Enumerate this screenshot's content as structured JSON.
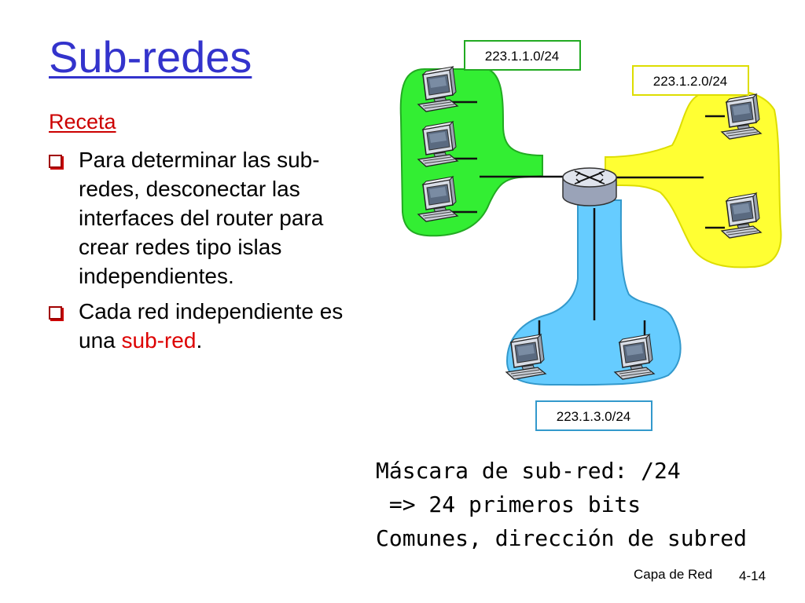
{
  "slide": {
    "title": "Sub-redes",
    "subtitle": "Receta",
    "bullets": [
      {
        "parts": [
          {
            "text": "Para determinar las sub-redes, desconectar las interfaces del router para crear redes tipo islas independientes.",
            "highlight": false
          }
        ]
      },
      {
        "parts": [
          {
            "text": "Cada red independiente es una ",
            "highlight": false
          },
          {
            "text": "sub-red",
            "highlight": true
          },
          {
            "text": ".",
            "highlight": false
          }
        ]
      }
    ]
  },
  "diagram": {
    "subnets": [
      {
        "label": "223.1.1.0/24",
        "color": "#33ee33",
        "border": "#22aa22"
      },
      {
        "label": "223.1.2.0/24",
        "color": "#ffff33",
        "border": "#dddd00"
      },
      {
        "label": "223.1.3.0/24",
        "color": "#66ccff",
        "border": "#3399cc"
      }
    ],
    "router_icon": "router-icon",
    "host_icon": "computer-icon"
  },
  "mask_note": {
    "lines": [
      "Máscara de sub-red: /24",
      " => 24 primeros bits",
      "Comunes, dirección de subred"
    ]
  },
  "footer": {
    "section": "Capa de Red",
    "page": "4-14"
  },
  "colors": {
    "title": "#3333cc",
    "accent_red": "#cc0000"
  }
}
